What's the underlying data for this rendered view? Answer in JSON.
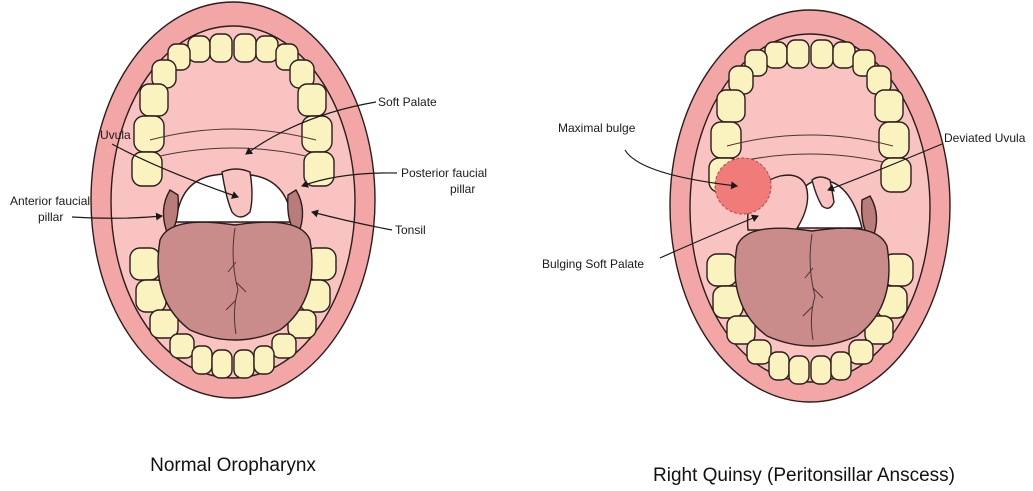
{
  "colors": {
    "lip": "#f2a6a6",
    "oral_cavity": "#f8c3c1",
    "tooth": "#fbf3bf",
    "tongue": "#c98c8a",
    "throat": "#ffffff",
    "tonsil": "#b87d7b",
    "bulge": "#f07b78"
  },
  "left_diagram": {
    "caption": "Normal Oropharynx",
    "labels": {
      "soft_palate": "Soft Palate",
      "uvula": "Uvula",
      "posterior_pillar_line1": "Posterior faucial",
      "posterior_pillar_line2": "pillar",
      "anterior_pillar_line1": "Anterior faucial",
      "anterior_pillar_line2": "pillar",
      "tonsil": "Tonsil"
    }
  },
  "right_diagram": {
    "caption": "Right Quinsy (Peritonsillar Anscess)",
    "labels": {
      "maximal_bulge": "Maximal bulge",
      "deviated_uvula": "Deviated Uvula",
      "bulging_soft_palate": "Bulging Soft Palate"
    }
  }
}
